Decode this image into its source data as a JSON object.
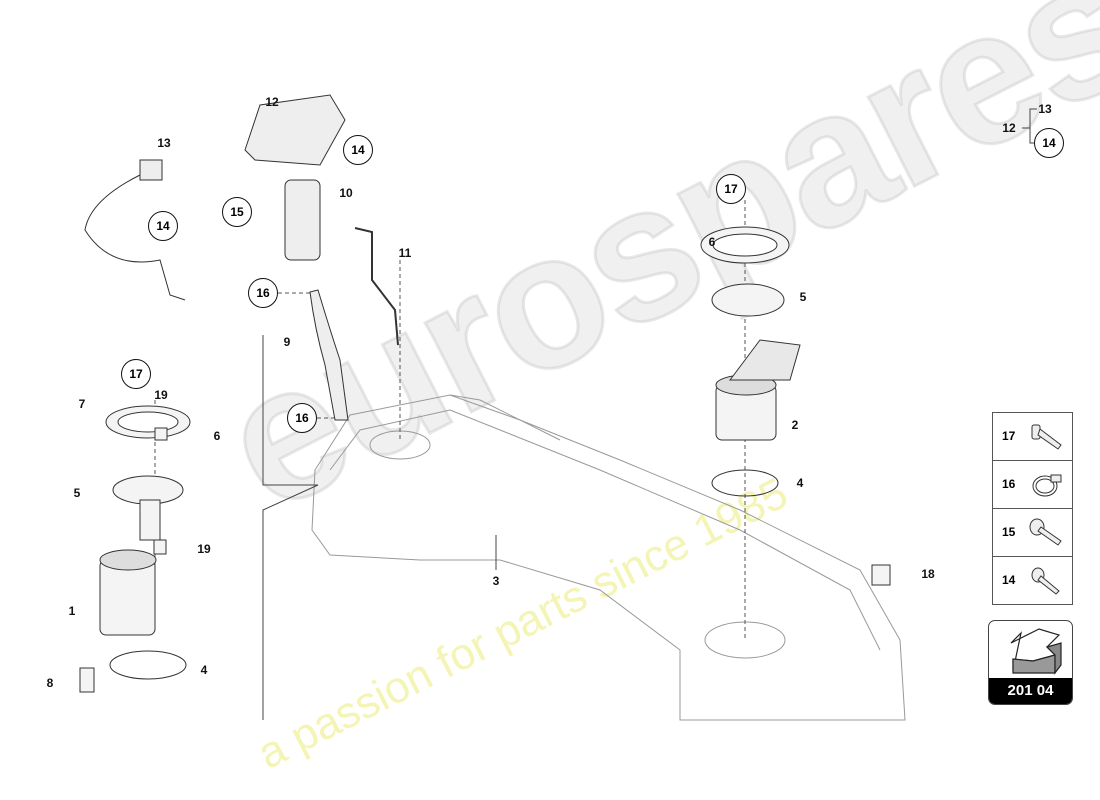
{
  "watermark": {
    "brand": "eurospares",
    "tagline": "a passion for parts since 1985"
  },
  "callouts": {
    "c13a": "13",
    "c14a": "14",
    "c12a": "12",
    "c14b": "14",
    "c10": "10",
    "c15": "15",
    "c11": "11",
    "c16a": "16",
    "c9": "9",
    "c16b": "16",
    "c17a": "17",
    "c7": "7",
    "c19a": "19",
    "c6a": "6",
    "c5a": "5",
    "c19b": "19",
    "c1": "1",
    "c8": "8",
    "c4a": "4",
    "c3": "3",
    "c17b": "17",
    "c6b": "6",
    "c5b": "5",
    "c2": "2",
    "c4b": "4",
    "c18": "18",
    "c13b": "13",
    "c12b": "12",
    "c14c": "14"
  },
  "legend": {
    "items": [
      {
        "number": "17",
        "icon": "bolt-icon"
      },
      {
        "number": "16",
        "icon": "hose-clamp-icon"
      },
      {
        "number": "15",
        "icon": "flange-bolt-icon"
      },
      {
        "number": "14",
        "icon": "screw-icon"
      }
    ]
  },
  "catalog": {
    "number": "201 04",
    "icon": "arrow-direction-icon"
  }
}
